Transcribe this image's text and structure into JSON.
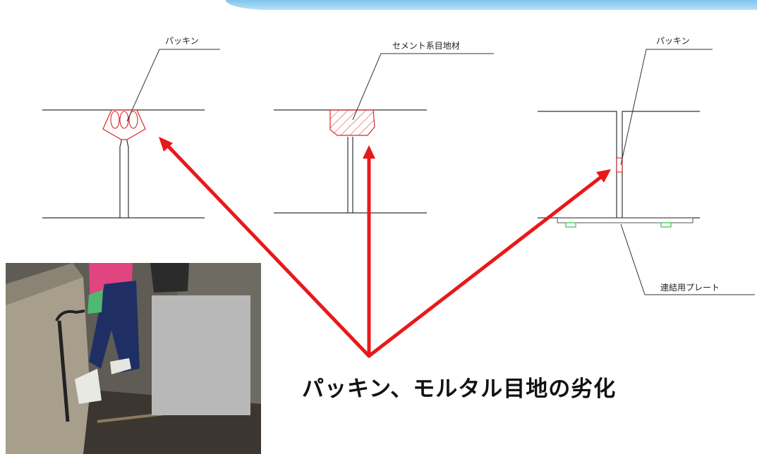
{
  "labels": {
    "packing_left": "パッキン",
    "cement_joint": "セメント系目地材",
    "packing_right": "パッキン",
    "connecting_plate": "連結用プレート"
  },
  "caption": "パッキン、モルタル目地の劣化",
  "colors": {
    "arrow": "#e8191a",
    "seal": "#d9282c",
    "plate_bolt": "#33c24a",
    "line": "#333333",
    "privacy_box": "#b8b8b8",
    "header_bar": "#7fc4ee"
  }
}
